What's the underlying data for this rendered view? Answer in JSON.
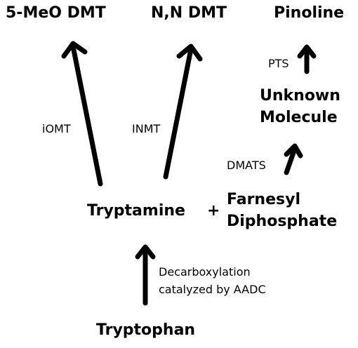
{
  "nodes": {
    "meo_dmt": "5-MeO DMT",
    "nn_dmt": "N,N DMT",
    "pinoline": "Pinoline",
    "unknown_line1": "Unknown",
    "unknown_line2": "Molecule",
    "tryptamine": "Tryptamine",
    "plus": "+",
    "farnesyl_line1": "Farnesyl",
    "farnesyl_line2": "Diphosphate",
    "tryptophan": "Tryptophan"
  },
  "enzymes": {
    "iomt": "iOMT",
    "inmt": "INMT",
    "pts": "PTS",
    "dmats": "DMATS",
    "decarb_line1": "Decarboxylation",
    "decarb_line2": "catalyzed by AADC"
  }
}
